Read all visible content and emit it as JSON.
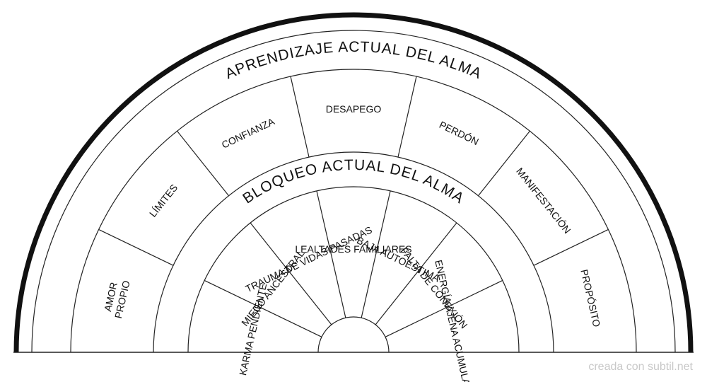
{
  "chart_data": {
    "type": "diagram",
    "outer_ring_title": "APRENDIZAJE ACTUAL DEL ALMA",
    "inner_ring_title": "BLOQUEO ACTUAL DEL ALMA",
    "outer_sectors": [
      {
        "lines": [
          "AMOR",
          "PROPIO"
        ]
      },
      {
        "lines": [
          "LÍMITES"
        ]
      },
      {
        "lines": [
          "CONFIANZA"
        ]
      },
      {
        "lines": [
          "DESAPEGO"
        ]
      },
      {
        "lines": [
          "PERDÓN"
        ]
      },
      {
        "lines": [
          "MANIFESTACIÓN"
        ]
      },
      {
        "lines": [
          "PROPÓSITO"
        ]
      }
    ],
    "inner_sectors": [
      {
        "lines": [
          "KARMA PENDIENTE"
        ]
      },
      {
        "lines": [
          "MIEDO ANCESTRAL"
        ]
      },
      {
        "lines": [
          "TRAUMA DE VIDAS PASADAS"
        ]
      },
      {
        "lines": [
          "LEALTADES FAMILIARES"
        ]
      },
      {
        "lines": [
          "BAJA AUTOESTIMA"
        ]
      },
      {
        "lines": [
          "FALTA DE CONEXIÓN"
        ]
      },
      {
        "lines": [
          "ENERGÍA AJENA ACUMULADA"
        ]
      }
    ],
    "colors": {
      "stroke": "#222222",
      "rim": "#111111",
      "text": "#111111",
      "watermark": "#c8c8c8"
    }
  },
  "watermark": "creada con subtil.net"
}
